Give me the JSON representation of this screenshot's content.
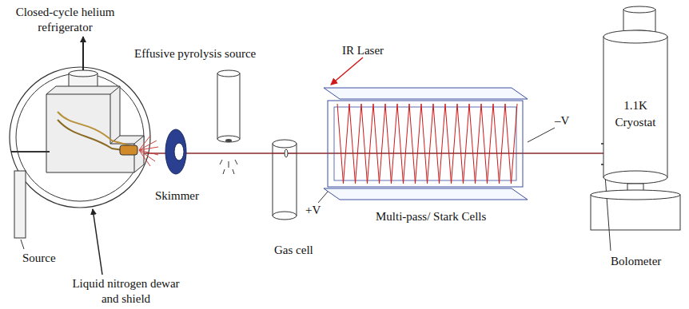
{
  "diagram": {
    "nodes": [
      {
        "text": [
          "1.1K Cryostat"
        ]
      }
    ],
    "labels": [
      "Closed-cycle helium refrigerator",
      "Effusive pyrolysis source",
      "IR Laser",
      "–V",
      "Skimmer",
      "+V",
      "Multi-pass/ Stark Cells",
      "Source",
      "Gas cell",
      "Liquid nitrogen dewar and shield",
      "Bolometer"
    ]
  }
}
